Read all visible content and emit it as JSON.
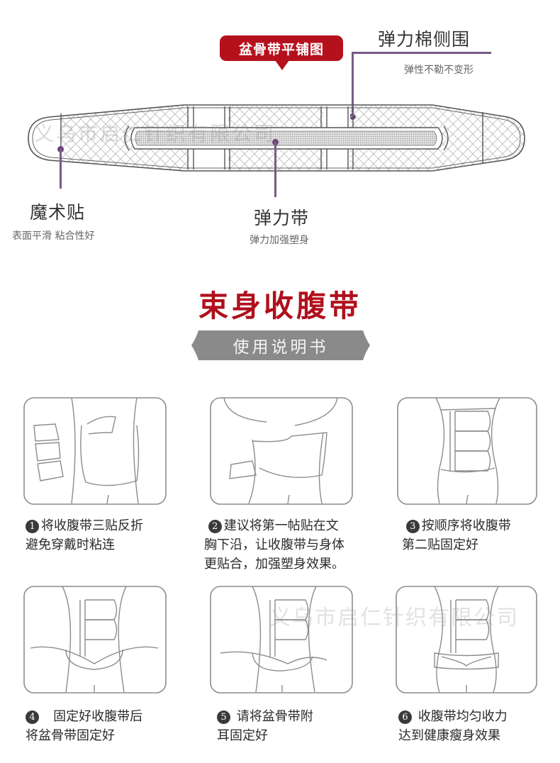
{
  "top_diagram": {
    "tag_label": "盆骨带平铺图",
    "callouts": [
      {
        "title": "弹力棉侧围",
        "subtitle": "弹性不勒不变形"
      },
      {
        "title": "魔术贴",
        "subtitle": "表面平滑 粘合性好"
      },
      {
        "title": "弹力带",
        "subtitle": "弹力加强塑身"
      }
    ]
  },
  "header": {
    "title": "束身收腹带",
    "subtitle": "使用说明书"
  },
  "steps": [
    {
      "number": "1",
      "lines": [
        "将收腹带三贴反折",
        "避免穿戴时粘连"
      ]
    },
    {
      "number": "2",
      "lines": [
        "建议将第一帖贴在文",
        "胸下沿，让收腹带与身体",
        "更贴合，加强塑身效果。"
      ]
    },
    {
      "number": "3",
      "lines": [
        "按顺序将收腹带",
        "第二贴固定好"
      ]
    },
    {
      "number": "4",
      "lines": [
        " 固定好收腹带后",
        "将盆骨带固定好"
      ]
    },
    {
      "number": "5",
      "lines": [
        "请将盆骨带附",
        "耳固定好"
      ]
    },
    {
      "number": "6",
      "lines": [
        "收腹带均匀收力",
        "达到健康瘦身效果"
      ]
    }
  ],
  "watermark": "义乌市启仁针织有限公司",
  "colors": {
    "brand_red": "#b5111d",
    "title_red": "#b0101c",
    "leader_purple": "#7a5a86",
    "banner_gray": "#8a8a8a",
    "line_gray": "#8c8c8c"
  }
}
